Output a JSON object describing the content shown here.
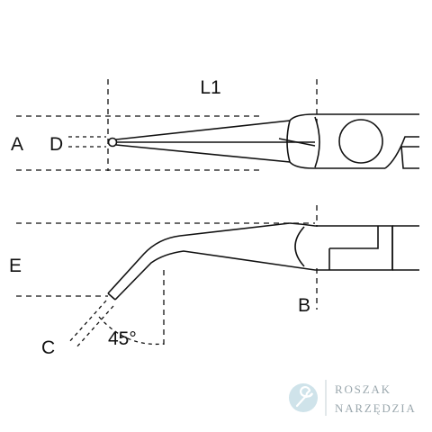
{
  "labels": {
    "l1": "L1",
    "a": "A",
    "d": "D",
    "e": "E",
    "b": "B",
    "c": "C",
    "angle": "45°"
  },
  "watermark": {
    "line1": "ROSZAK",
    "line2": "NARZĘDZIA",
    "icon": "wrench-icon",
    "color": "#9aa7ad"
  }
}
